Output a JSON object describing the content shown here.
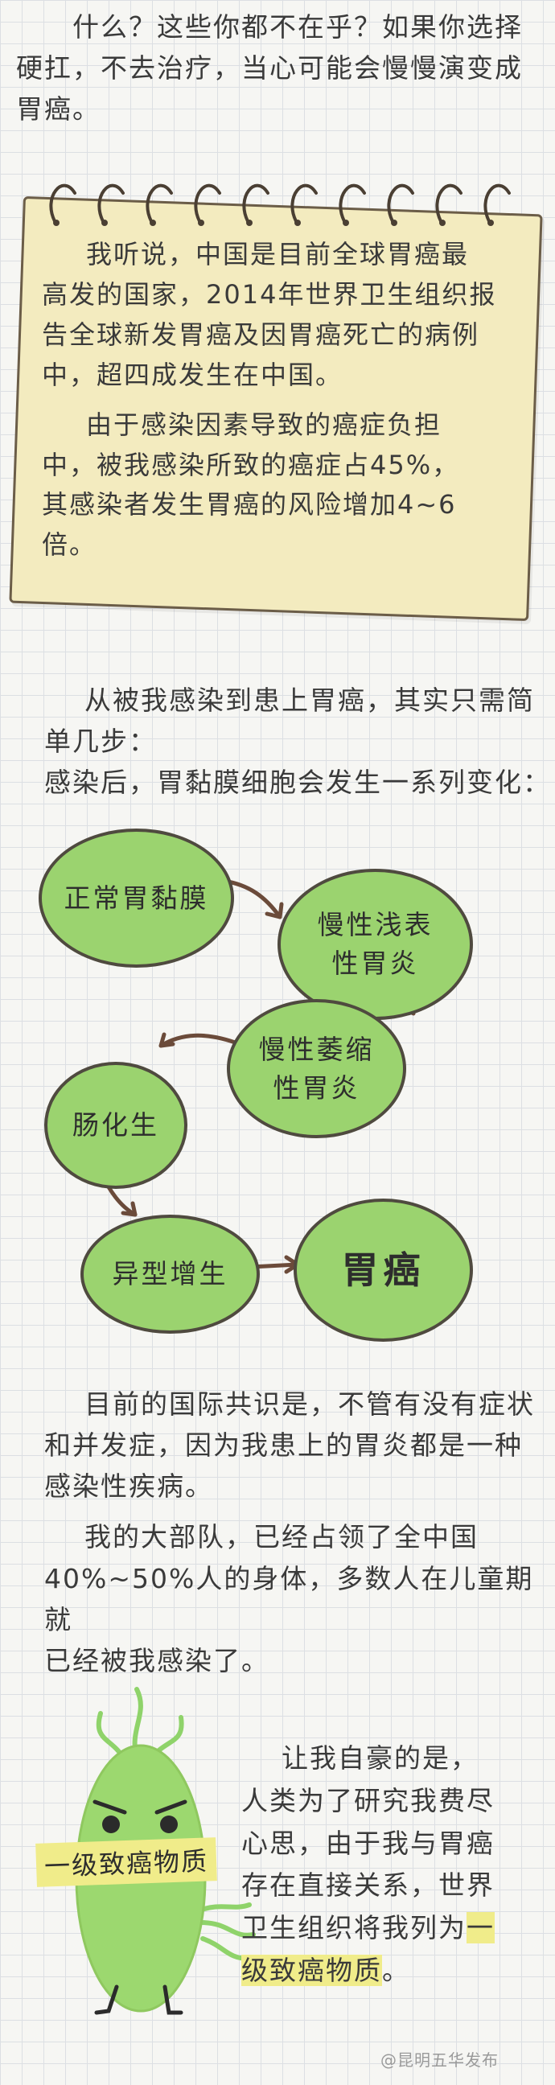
{
  "intro": {
    "lines": [
      "什么？这些你都不在乎？如果你选择",
      "硬扛，不去治疗，当心可能会慢慢演变成",
      "胃癌。"
    ]
  },
  "note": {
    "para1_lines": [
      "我听说，中国是目前全球胃癌最",
      "高发的国家，2014年世界卫生组织报",
      "告全球新发胃癌及因胃癌死亡的病例",
      "中，超四成发生在中国。"
    ],
    "para2_lines": [
      "由于感染因素导致的癌症负担",
      "中，被我感染所致的癌症占45%，",
      "其感染者发生胃癌的风险增加4~6",
      "倍。"
    ]
  },
  "steps_intro": {
    "lines": [
      "从被我感染到患上胃癌，其实只需简",
      "单几步：",
      "感染后，胃黏膜细胞会发生一系列变化："
    ]
  },
  "flow": {
    "step1": "正常胃黏膜",
    "step2_line1": "慢性浅表",
    "step2_line2": "性胃炎",
    "step3_line1": "慢性萎缩",
    "step3_line2": "性胃炎",
    "step4": "肠化生",
    "step5": "异型增生",
    "step6": "胃癌"
  },
  "consensus": {
    "para1_lines": [
      "目前的国际共识是，不管有没有症状",
      "和并发症，因为我患上的胃炎都是一种",
      "感染性疾病。"
    ],
    "para2_lines": [
      "我的大部队，已经占领了全中国",
      "40%~50%人的身体，多数人在儿童期就",
      "已经被我感染了。"
    ]
  },
  "pride": {
    "lines": [
      "让我自豪的是，",
      "人类为了研究我费尽",
      "心思，由于我与胃癌",
      "存在直接关系，世界",
      "卫生组织将我列为"
    ],
    "highlight_inline": "一",
    "last_line_highlight": "级致癌物质",
    "last_line_end": "。"
  },
  "mascot": {
    "tag": "一级致癌物质"
  },
  "watermark": "@昆明五华发布",
  "colors": {
    "bubble_green": "#9bd36f",
    "note_paper": "#f3ebbf",
    "highlight": "#f0ec8a"
  }
}
